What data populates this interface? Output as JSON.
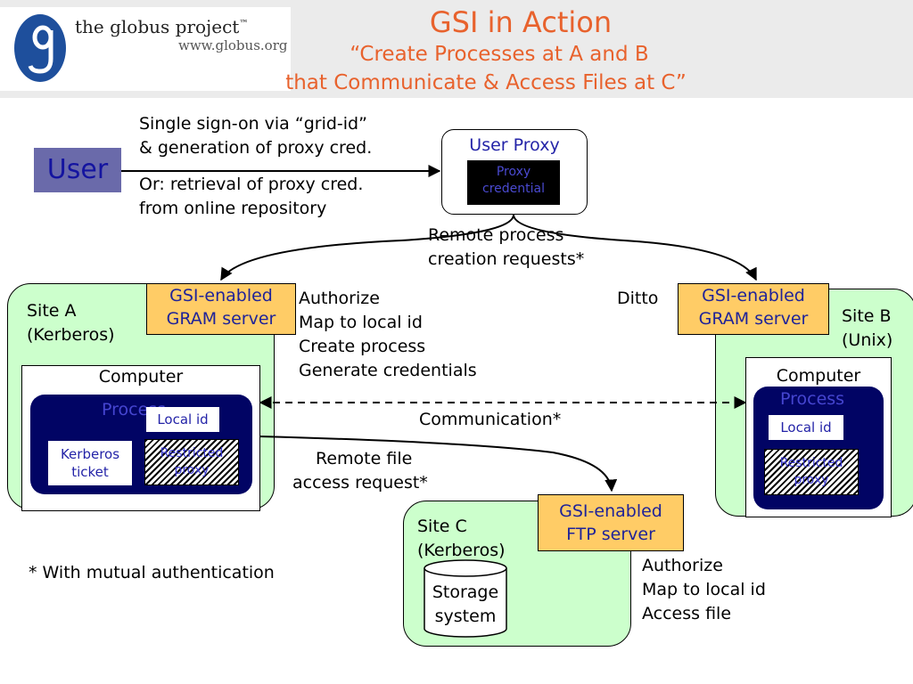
{
  "header": {
    "logo_name": "the globus project",
    "logo_tm": "™",
    "logo_url": "www.globus.org",
    "title": "GSI in Action",
    "subtitle_line1": "“Create Processes at A and B",
    "subtitle_line2": "that Communicate & Access Files at C”"
  },
  "user": {
    "label": "User"
  },
  "sso": {
    "line1": "Single sign-on via “grid-id”",
    "line2": "& generation of proxy cred.",
    "or_line1": "Or: retrieval of proxy cred.",
    "or_line2": "from online repository"
  },
  "user_proxy": {
    "title": "User Proxy",
    "credential_line1": "Proxy",
    "credential_line2": "credential"
  },
  "remote_process": {
    "line1": "Remote process",
    "line2": "creation requests*"
  },
  "site_a": {
    "name": "Site A",
    "type": "(Kerberos)",
    "gram_line1": "GSI-enabled",
    "gram_line2": "GRAM server",
    "computer": "Computer",
    "process": "Process",
    "local_id": "Local id",
    "kerberos_line1": "Kerberos",
    "kerberos_line2": "ticket",
    "restricted_line1": "Restricted",
    "restricted_line2": "proxy"
  },
  "site_a_steps": [
    "Authorize",
    "Map to local id",
    "Create process",
    "Generate credentials"
  ],
  "ditto": "Ditto",
  "site_b": {
    "name": "Site B",
    "type": "(Unix)",
    "gram_line1": "GSI-enabled",
    "gram_line2": "GRAM server",
    "computer": "Computer",
    "process": "Process",
    "local_id": "Local id",
    "restricted_line1": "Restricted",
    "restricted_line2": "proxy"
  },
  "communication": "Communication*",
  "remote_file": {
    "line1": "Remote file",
    "line2": "access request*"
  },
  "site_c": {
    "name": "Site C",
    "type": "(Kerberos)",
    "ftp_line1": "GSI-enabled",
    "ftp_line2": "FTP server",
    "storage_line1": "Storage",
    "storage_line2": "system"
  },
  "site_c_steps": [
    "Authorize",
    "Map to local id",
    "Access file"
  ],
  "footnote": "* With mutual authentication",
  "colors": {
    "title": "#e8622d",
    "site_fill": "#ccffcc",
    "server_fill": "#ffcc66",
    "process_fill": "#010464",
    "user_box": "#6a6aaa",
    "blue_text": "#2424a8"
  }
}
